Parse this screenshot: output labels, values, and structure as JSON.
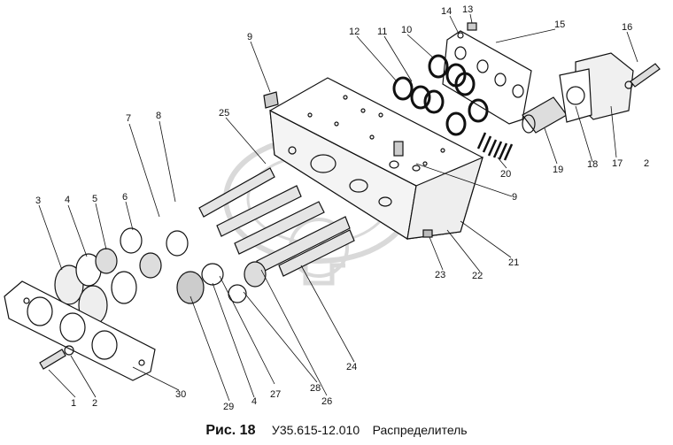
{
  "callouts": [
    {
      "id": "c1",
      "text": "1"
    },
    {
      "id": "c2a",
      "text": "2"
    },
    {
      "id": "c2b",
      "text": "2"
    },
    {
      "id": "c3",
      "text": "3"
    },
    {
      "id": "c4a",
      "text": "4"
    },
    {
      "id": "c4b",
      "text": "4"
    },
    {
      "id": "c5",
      "text": "5"
    },
    {
      "id": "c6",
      "text": "6"
    },
    {
      "id": "c7",
      "text": "7"
    },
    {
      "id": "c8",
      "text": "8"
    },
    {
      "id": "c9a",
      "text": "9"
    },
    {
      "id": "c9b",
      "text": "9"
    },
    {
      "id": "c10",
      "text": "10"
    },
    {
      "id": "c11",
      "text": "11"
    },
    {
      "id": "c12",
      "text": "12"
    },
    {
      "id": "c13",
      "text": "13"
    },
    {
      "id": "c14",
      "text": "14"
    },
    {
      "id": "c15",
      "text": "15"
    },
    {
      "id": "c16",
      "text": "16"
    },
    {
      "id": "c17",
      "text": "17"
    },
    {
      "id": "c18",
      "text": "18"
    },
    {
      "id": "c19",
      "text": "19"
    },
    {
      "id": "c20",
      "text": "20"
    },
    {
      "id": "c21",
      "text": "21"
    },
    {
      "id": "c22",
      "text": "22"
    },
    {
      "id": "c23",
      "text": "23"
    },
    {
      "id": "c24",
      "text": "24"
    },
    {
      "id": "c25",
      "text": "25"
    },
    {
      "id": "c26",
      "text": "26"
    },
    {
      "id": "c27",
      "text": "27"
    },
    {
      "id": "c28",
      "text": "28"
    },
    {
      "id": "c29",
      "text": "29"
    },
    {
      "id": "c30",
      "text": "30"
    }
  ],
  "caption": {
    "figure": "Рис. 18",
    "code": "У35.615-12.010",
    "title": "Распределитель"
  },
  "colors": {
    "ink": "#111111",
    "paper": "#ffffff",
    "watermark": "#d9d9d9"
  }
}
